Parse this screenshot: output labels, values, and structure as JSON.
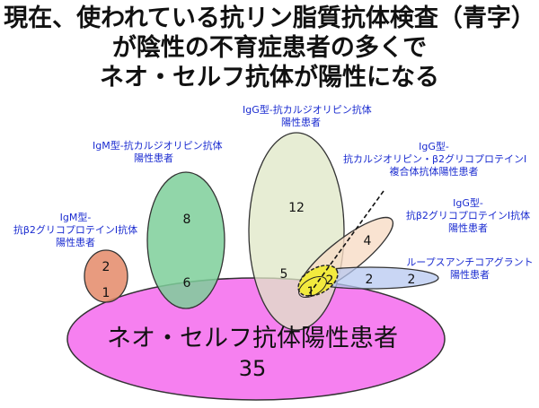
{
  "title_lines": [
    "現在、使われている抗リン脂質抗体検査（青字）",
    "が陰性の不育症患者の多くで",
    "ネオ・セルフ抗体が陽性になる"
  ],
  "groups": [
    {
      "line1": "IgG型-抗カルジオリピン抗体",
      "line2": "陽性患者",
      "color": "#dfe7c5"
    },
    {
      "line1": "IgM型-抗カルジオリピン抗体",
      "line2": "陽性患者",
      "color": "#7ecf9a"
    },
    {
      "line1": "IgM型-",
      "line2": "抗β2グリコプロテインI抗体",
      "line3": "陽性患者",
      "color": "#e48a68"
    },
    {
      "line1": "IgG型-",
      "line2": "抗カルジオリピン・β2グリコプロテインI",
      "line3": "複合体抗体陽性患者",
      "color": "#f2ea3e"
    },
    {
      "line1": "IgG型-",
      "line2": "抗β2グリコプロテインI抗体",
      "line3": "陽性患者",
      "color": "#f8dcc6"
    },
    {
      "line1": "ループスアンチコアグラント",
      "line2": "陽性患者",
      "color": "#b7c8f0"
    }
  ],
  "neo_self": {
    "label": "ネオ・セルフ抗体陽性患者",
    "count": "35",
    "color": "#f680f0"
  },
  "counts": {
    "igg_acl_only": "12",
    "igm_acl_only": "8",
    "igm_acl_neo": "6",
    "igm_b2gpi_only": "2",
    "igm_b2gpi_neo": "1",
    "igg_acl_neo": "5",
    "igg_b2gpi_only": "4",
    "complex_neo": "2",
    "complex_core": "1",
    "la_neo": "2",
    "la_only": "2"
  },
  "text_color": "#1a2bd0"
}
